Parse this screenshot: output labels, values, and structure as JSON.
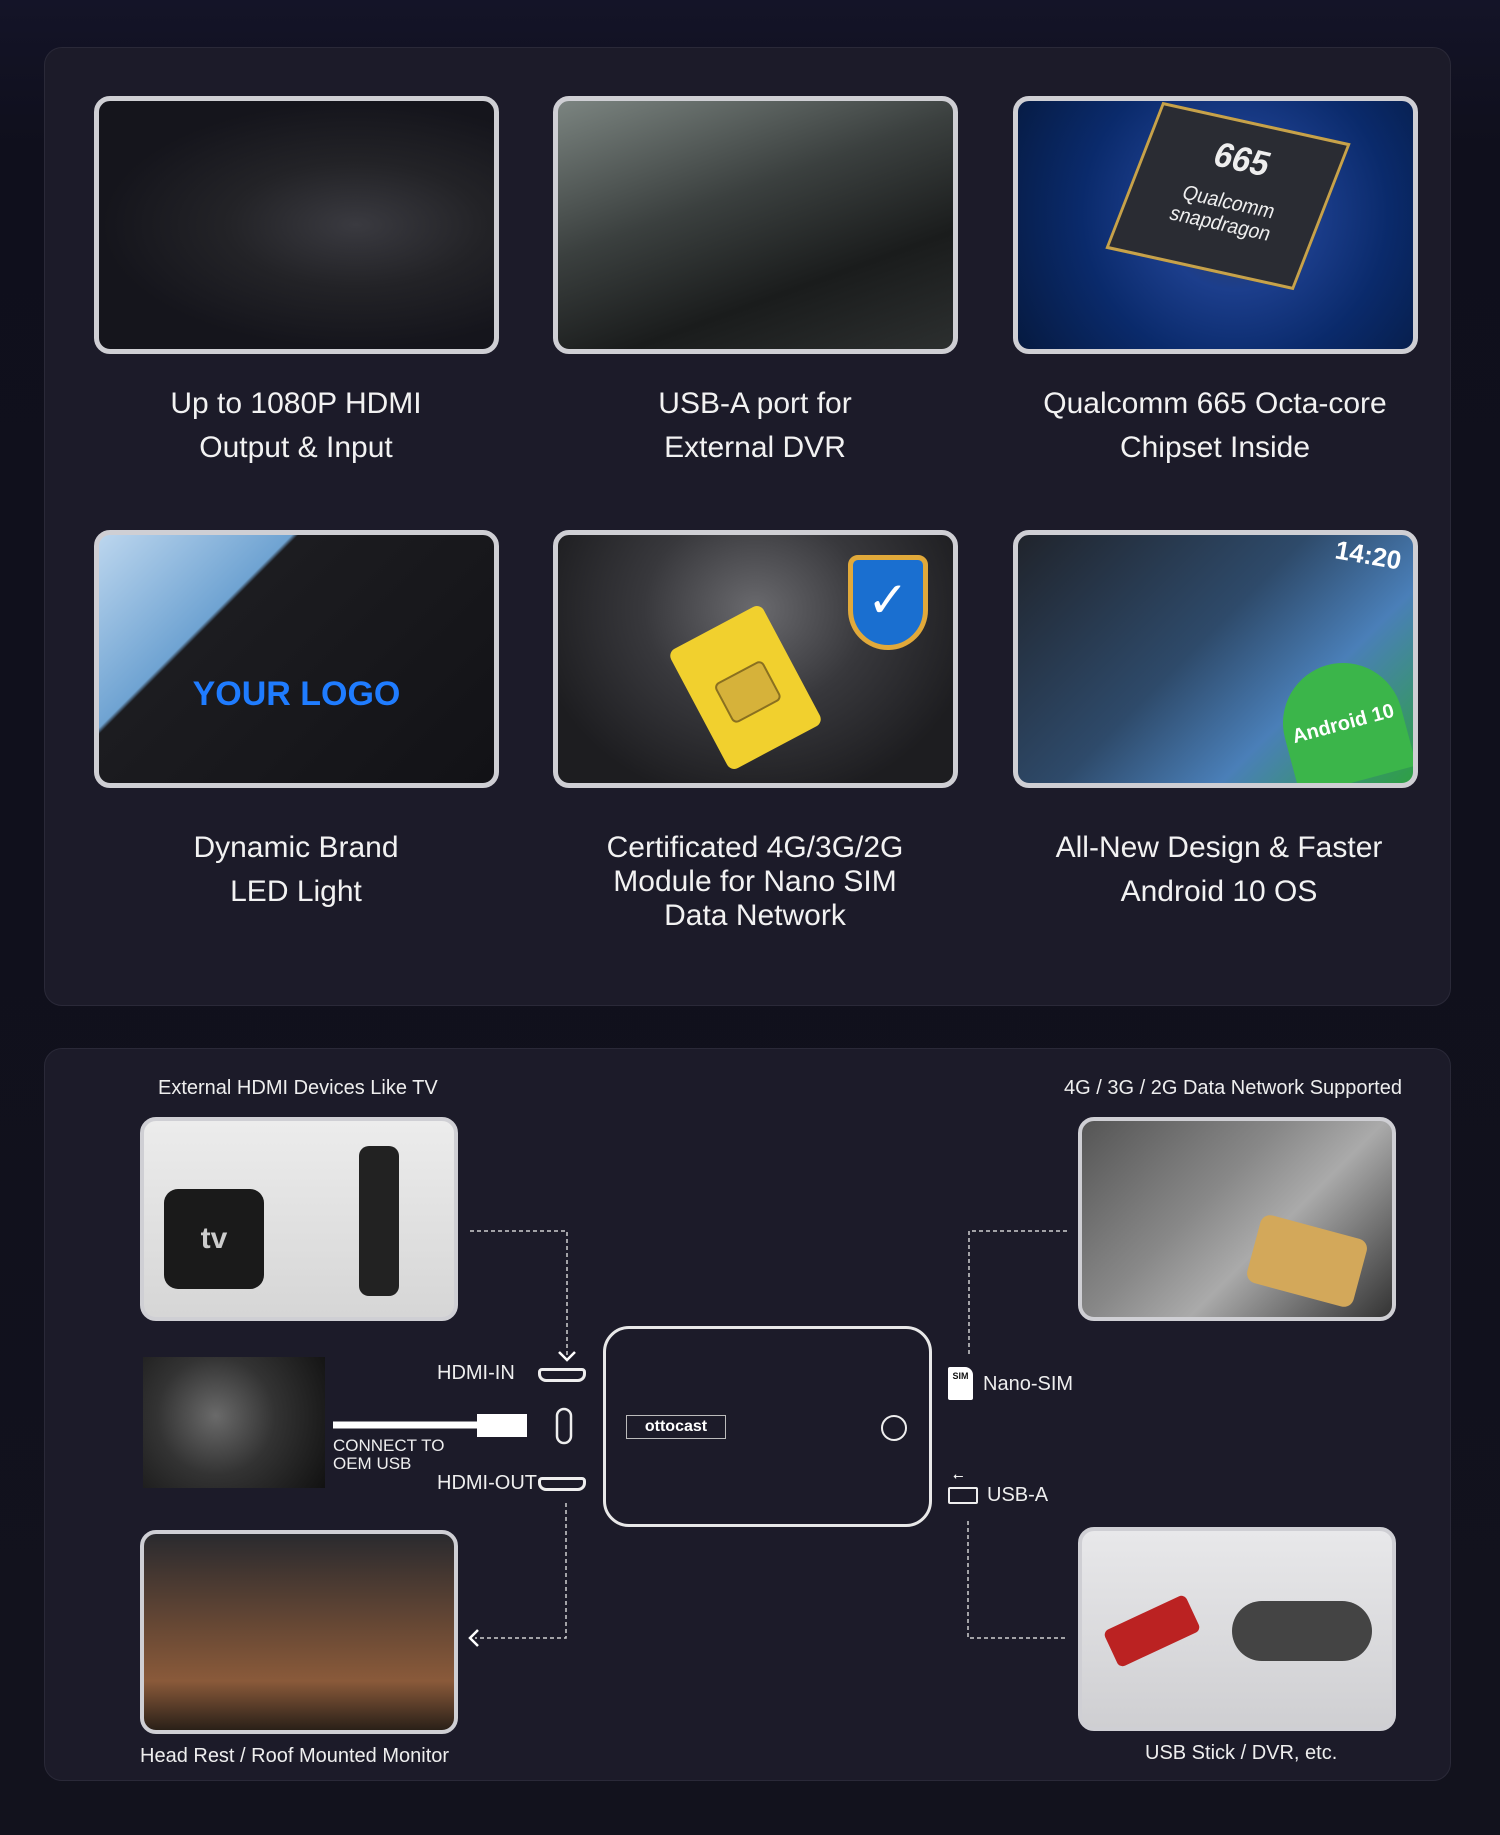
{
  "features": [
    {
      "lines": [
        "Up to 1080P HDMI",
        "Output & Input"
      ]
    },
    {
      "lines": [
        "USB-A port for",
        "External DVR"
      ]
    },
    {
      "lines": [
        "Qualcomm 665 Octa-core",
        "Chipset Inside"
      ]
    },
    {
      "lines": [
        "Dynamic Brand",
        "LED Light"
      ]
    },
    {
      "lines": [
        "Certificated 4G/3G/2G",
        "Module for Nano SIM",
        "Data Network"
      ]
    },
    {
      "lines": [
        "All-New Design & Faster",
        "Android 10 OS"
      ]
    }
  ],
  "image_text": {
    "chip": "665",
    "chip_brand": "Qualcomm snapdragon",
    "logo": "YOUR LOGO",
    "clock": "14:20",
    "android": "Android 10",
    "apple_tv": "tv"
  },
  "diagram": {
    "hdmi_devices_label": "External HDMI Devices Like TV",
    "network_label": "4G / 3G / 2G Data Network Supported",
    "monitor_label": "Head Rest / Roof Mounted Monitor",
    "usb_label": "USB Stick / DVR, etc.",
    "hdmi_in": "HDMI-IN",
    "hdmi_out": "HDMI-OUT",
    "connect_line1": "CONNECT TO",
    "connect_line2": "OEM USB",
    "nano_sim": "Nano-SIM",
    "usb_a": "USB-A",
    "device_logo": "ottocast",
    "sim_icon_text": "SIM"
  }
}
